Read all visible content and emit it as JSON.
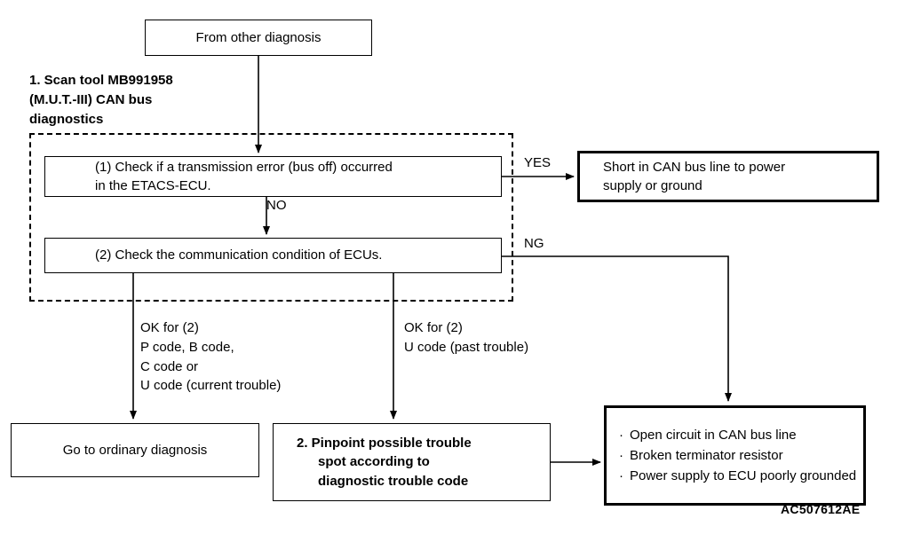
{
  "diagram": {
    "reference_code": "AC507612AE",
    "section_heading": "1. Scan tool MB991958\n(M.U.T.-III) CAN bus\ndiagnostics",
    "nodes": {
      "start": {
        "text": "From other diagnosis"
      },
      "step1": {
        "text": "(1) Check if a transmission error (bus off) occurred\nin the ETACS-ECU."
      },
      "step2": {
        "text": "(2) Check the communication condition of ECUs."
      },
      "short_result": {
        "text": "Short in CAN bus line to power\nsupply or ground"
      },
      "ordinary": {
        "text": "Go to ordinary diagnosis"
      },
      "pinpoint": {
        "text": "2. Pinpoint possible trouble\nspot according to\ndiagnostic trouble code"
      },
      "causes": {
        "items": [
          "Open circuit in CAN bus line",
          "Broken terminator resistor",
          "Power supply to ECU poorly grounded"
        ],
        "bullet": "·"
      }
    },
    "edge_labels": {
      "yes": "YES",
      "no": "NO",
      "ng": "NG",
      "ok_left": "OK for (2)\nP code, B code,\nC code or\nU code (current trouble)",
      "ok_mid": "OK for (2)\nU code (past trouble)"
    },
    "colors": {
      "line": "#000000",
      "background": "#ffffff",
      "text": "#000000"
    }
  }
}
